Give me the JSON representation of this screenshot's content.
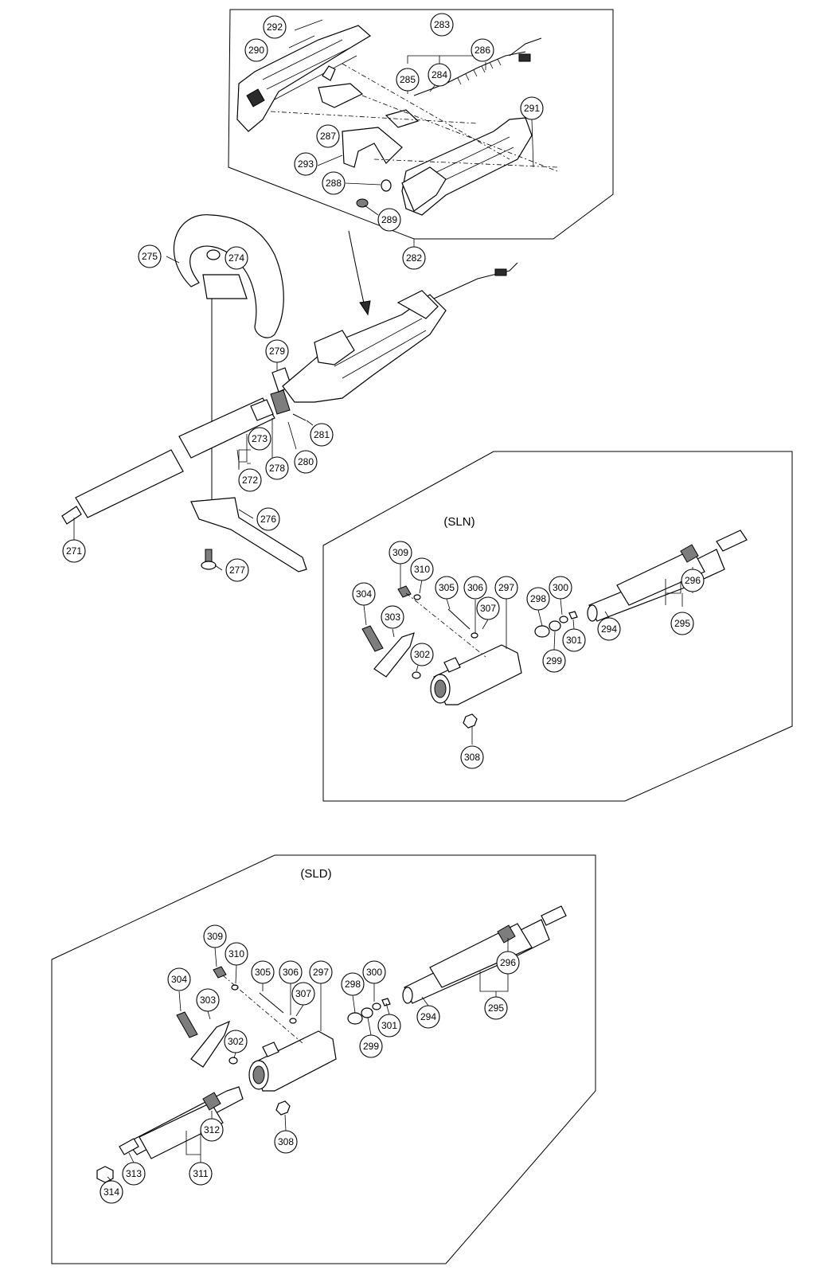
{
  "labels": {
    "sln": "(SLN)",
    "sld": "(SLD)"
  },
  "callouts": {
    "p271": "271",
    "p272": "272",
    "p273": "273",
    "p274": "274",
    "p275": "275",
    "p276": "276",
    "p277": "277",
    "p278": "278",
    "p279": "279",
    "p280": "280",
    "p281": "281",
    "p282": "282",
    "p283": "283",
    "p284": "284",
    "p285": "285",
    "p286": "286",
    "p287": "287",
    "p288": "288",
    "p289": "289",
    "p290": "290",
    "p291": "291",
    "p292": "292",
    "p293": "293",
    "sln": {
      "p294": "294",
      "p295": "295",
      "p296": "296",
      "p297": "297",
      "p298": "298",
      "p299": "299",
      "p300": "300",
      "p301": "301",
      "p302": "302",
      "p303": "303",
      "p304": "304",
      "p305": "305",
      "p306": "306",
      "p307": "307",
      "p308": "308",
      "p309": "309",
      "p310": "310"
    },
    "sld": {
      "p294": "294",
      "p295": "295",
      "p296": "296",
      "p297": "297",
      "p298": "298",
      "p299": "299",
      "p300": "300",
      "p301": "301",
      "p302": "302",
      "p303": "303",
      "p304": "304",
      "p305": "305",
      "p306": "306",
      "p307": "307",
      "p308": "308",
      "p309": "309",
      "p310": "310",
      "p311": "311",
      "p312": "312",
      "p313": "313",
      "p314": "314"
    }
  }
}
